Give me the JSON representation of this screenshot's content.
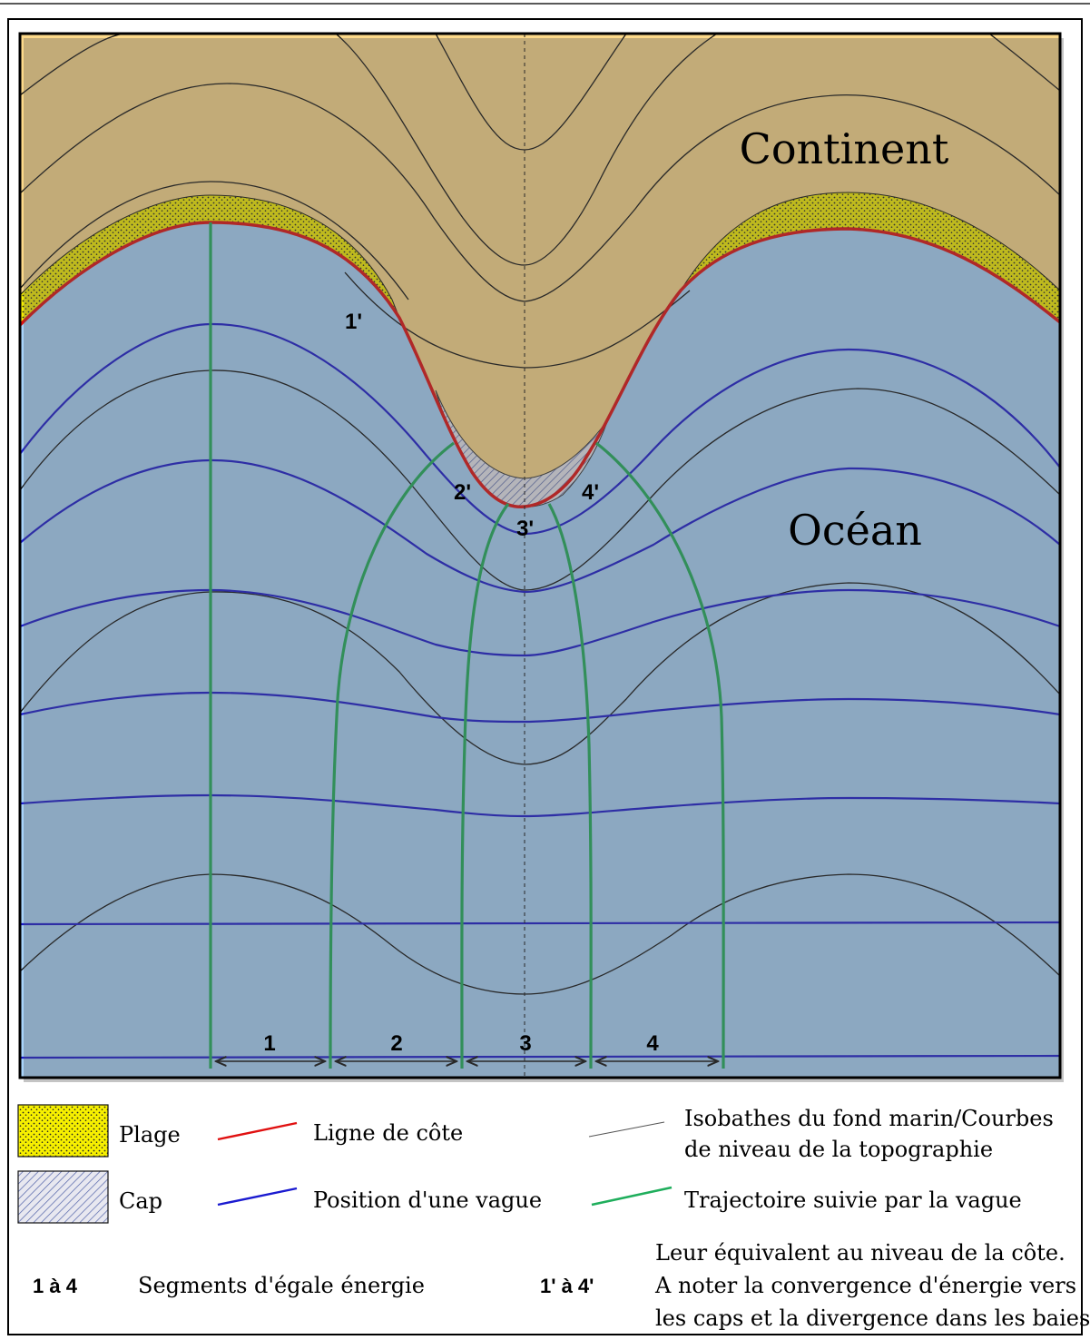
{
  "colors": {
    "continent": "#fcd98a",
    "ocean": "#a9d4fb",
    "beach": "#f7f000",
    "coastline": "#e01010",
    "wave": "#1a1ad0",
    "isobath": "#111111",
    "trajectory": "#1fae5c"
  },
  "map_labels": {
    "continent": "Continent",
    "ocean": "Océan"
  },
  "coast_points": [
    "1'",
    "2'",
    "3'",
    "4'"
  ],
  "segments": [
    "1",
    "2",
    "3",
    "4"
  ],
  "legend": {
    "plage": "Plage",
    "cap": "Cap",
    "coastline": "Ligne de côte",
    "wave": "Position d'une vague",
    "isobath_line1": "Isobathes du fond marin/Courbes",
    "isobath_line2": "de niveau de la topographie",
    "trajectory": "Trajectoire suivie par la vague",
    "segments_key": "1 à 4",
    "segments_desc": "Segments d'égale énergie",
    "coast_key": "1' à 4'",
    "coast_desc_line1": "Leur équivalent au niveau de la côte.",
    "coast_desc_line2": "A noter la convergence d'énergie vers",
    "coast_desc_line3": "les caps et la divergence dans les baies"
  }
}
